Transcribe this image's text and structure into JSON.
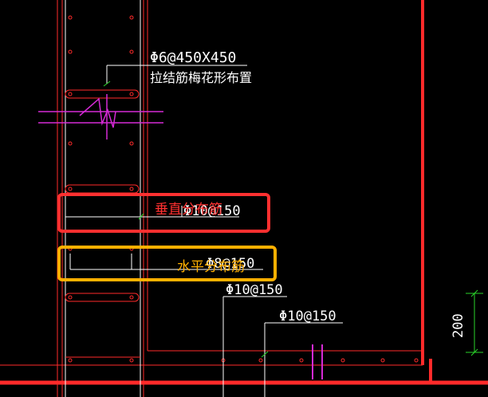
{
  "annotations": {
    "tie_bar_spec": "Φ6@450X450",
    "tie_bar_desc": "拉结筋梅花形布置",
    "label_vertical_dim": "Φ10@150",
    "label_horizontal_dim": "Φ8@150",
    "label_col_a": "Φ10@150",
    "label_col_b": "Φ10@150",
    "dimension_200": "200"
  },
  "callouts": {
    "vertical_rebar": "垂直分布筋",
    "horizontal_rebar": "水平分布筋"
  },
  "colors": {
    "background": "#000000",
    "wall_red": "#ff2a2a",
    "rebar_white": "#ffffff",
    "break_magenta": "#d52ad5",
    "dim_green": "#2ad52a",
    "callout_red": "#ff3030",
    "callout_orange": "#ffb000"
  }
}
